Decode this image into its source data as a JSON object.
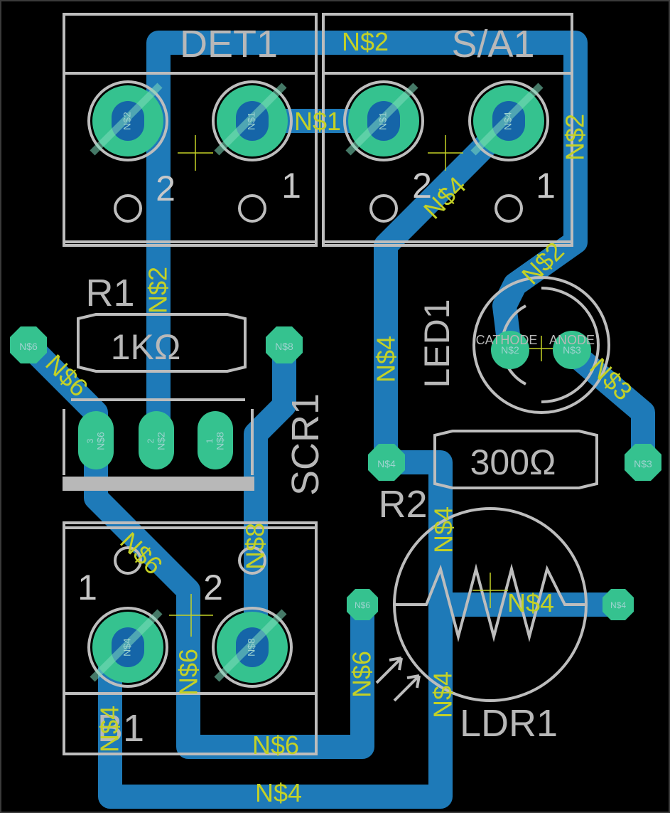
{
  "board": {
    "components": {
      "det1": "DET1",
      "sa1": "S/A1",
      "r1_name": "R1",
      "r1_value": "1KΩ",
      "scr1": "SCR1",
      "led1": "LED1",
      "led_cathode": "CATHODE",
      "led_anode": "ANODE",
      "r2_name": "R2",
      "r2_value": "300Ω",
      "ldr1": "LDR1",
      "b1": "B1"
    },
    "pin_numbers": {
      "det1_p2": "2",
      "det1_p1": "1",
      "sa1_p2": "2",
      "sa1_p1": "1",
      "b1_p1": "1",
      "b1_p2": "2"
    },
    "nets": {
      "ns1": "N$1",
      "ns2": "N$2",
      "ns3": "N$3",
      "ns4": "N$4",
      "ns6": "N$6",
      "ns8": "N$8"
    },
    "pad_pins": {
      "p1": "1",
      "p2": "2",
      "p3": "3"
    }
  }
}
